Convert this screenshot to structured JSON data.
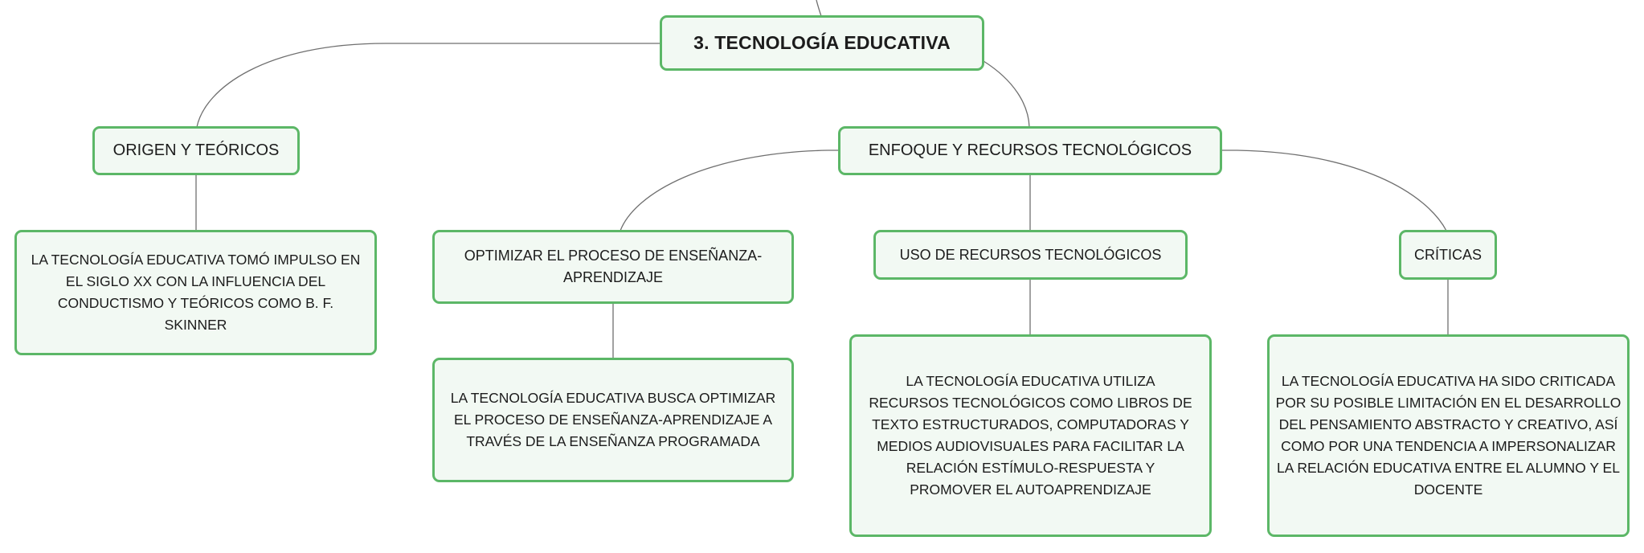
{
  "root": {
    "label": "3. TECNOLOGÍA EDUCATIVA"
  },
  "branches": {
    "origen": {
      "label": "ORIGEN Y TEÓRICOS",
      "detail": "LA TECNOLOGÍA EDUCATIVA TOMÓ IMPULSO EN EL SIGLO XX CON LA INFLUENCIA DEL CONDUCTISMO Y TEÓRICOS COMO B. F. SKINNER"
    },
    "enfoque": {
      "label": "ENFOQUE Y RECURSOS TECNOLÓGICOS",
      "children": {
        "optimizar": {
          "label": "OPTIMIZAR EL PROCESO DE ENSEÑANZA-APRENDIZAJE",
          "detail": "LA TECNOLOGÍA EDUCATIVA BUSCA OPTIMIZAR EL PROCESO DE ENSEÑANZA-APRENDIZAJE A TRAVÉS DE LA ENSEÑANZA PROGRAMADA"
        },
        "uso": {
          "label": "USO DE RECURSOS TECNOLÓGICOS",
          "detail": "LA TECNOLOGÍA EDUCATIVA UTILIZA RECURSOS TECNOLÓGICOS COMO LIBROS DE TEXTO ESTRUCTURADOS, COMPUTADORAS Y MEDIOS AUDIOVISUALES PARA FACILITAR LA RELACIÓN ESTÍMULO-RESPUESTA Y PROMOVER EL AUTOAPRENDIZAJE"
        },
        "criticas": {
          "label": "CRÍTICAS",
          "detail": "LA TECNOLOGÍA EDUCATIVA HA SIDO CRITICADA POR SU POSIBLE LIMITACIÓN EN EL DESARROLLO DEL PENSAMIENTO ABSTRACTO Y CREATIVO, ASÍ COMO POR UNA TENDENCIA A IMPERSONALIZAR LA RELACIÓN EDUCATIVA ENTRE EL ALUMNO Y EL DOCENTE"
        }
      }
    }
  },
  "colors": {
    "node_border": "#5cb767",
    "node_fill": "#f2f9f3",
    "connector": "#6f6f6f"
  }
}
